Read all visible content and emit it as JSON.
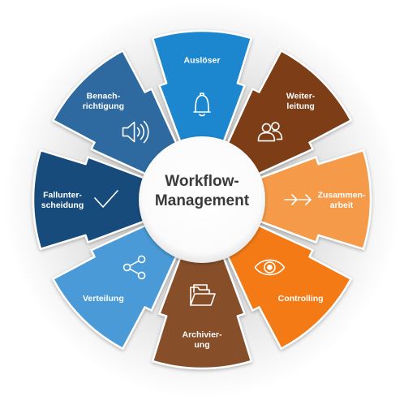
{
  "center": {
    "line1": "Workflow-",
    "line2": "Management"
  },
  "segments": [
    {
      "lines": [
        "Auslöser"
      ],
      "color": "#1b86cf",
      "icon": "bell-icon"
    },
    {
      "lines": [
        "Weiter-",
        "leitung"
      ],
      "color": "#7d3d14",
      "icon": "users-icon"
    },
    {
      "lines": [
        "Zusammen-",
        "arbeit"
      ],
      "color": "#f59a4a",
      "icon": "arrows-right-icon"
    },
    {
      "lines": [
        "Controlling"
      ],
      "color": "#f47a17",
      "icon": "eye-icon"
    },
    {
      "lines": [
        "Archivier-",
        "ung"
      ],
      "color": "#86502c",
      "icon": "folder-icon"
    },
    {
      "lines": [
        "Verteilung"
      ],
      "color": "#4a9ad6",
      "icon": "share-icon"
    },
    {
      "lines": [
        "Fallunter-",
        "scheidung"
      ],
      "color": "#154b7b",
      "icon": "checkmark-icon"
    },
    {
      "lines": [
        "Benach-",
        "richtigung"
      ],
      "color": "#2e6a9f",
      "icon": "speaker-icon"
    }
  ]
}
